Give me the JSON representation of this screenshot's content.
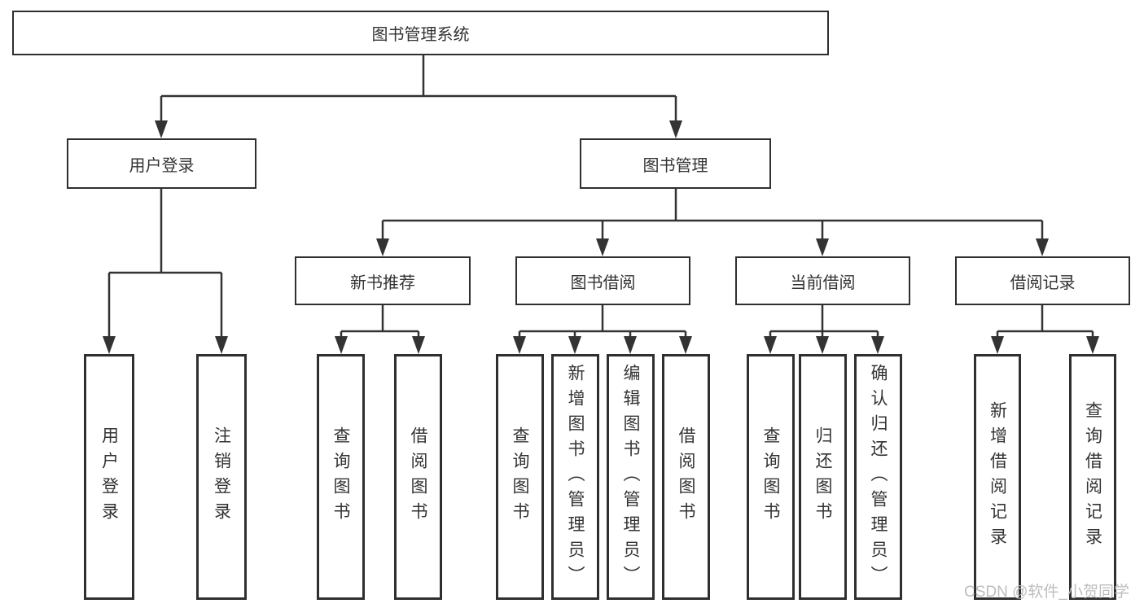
{
  "diagram": {
    "root": "图书管理系统",
    "level2": {
      "user_login": "用户登录",
      "book_mgmt": "图书管理"
    },
    "level3": {
      "new_book": "新书推荐",
      "borrow": "图书借阅",
      "current": "当前借阅",
      "records": "借阅记录"
    },
    "leaves": {
      "user_login": [
        "用户登录",
        "注销登录"
      ],
      "new_book": [
        "查询图书",
        "借阅图书"
      ],
      "borrow": [
        "查询图书",
        "新增图书（管理员）",
        "编辑图书（管理员）",
        "借阅图书"
      ],
      "current": [
        "查询图书",
        "归还图书",
        "确认归还（管理员）"
      ],
      "records": [
        "新增借阅记录",
        "查询借阅记录"
      ]
    }
  },
  "watermark": "CSDN @软件_小贺同学",
  "colors": {
    "line": "#333333",
    "border": "#2f2f2f",
    "text": "#333333",
    "watermark": "#b9b9b9",
    "background": "#ffffff"
  }
}
